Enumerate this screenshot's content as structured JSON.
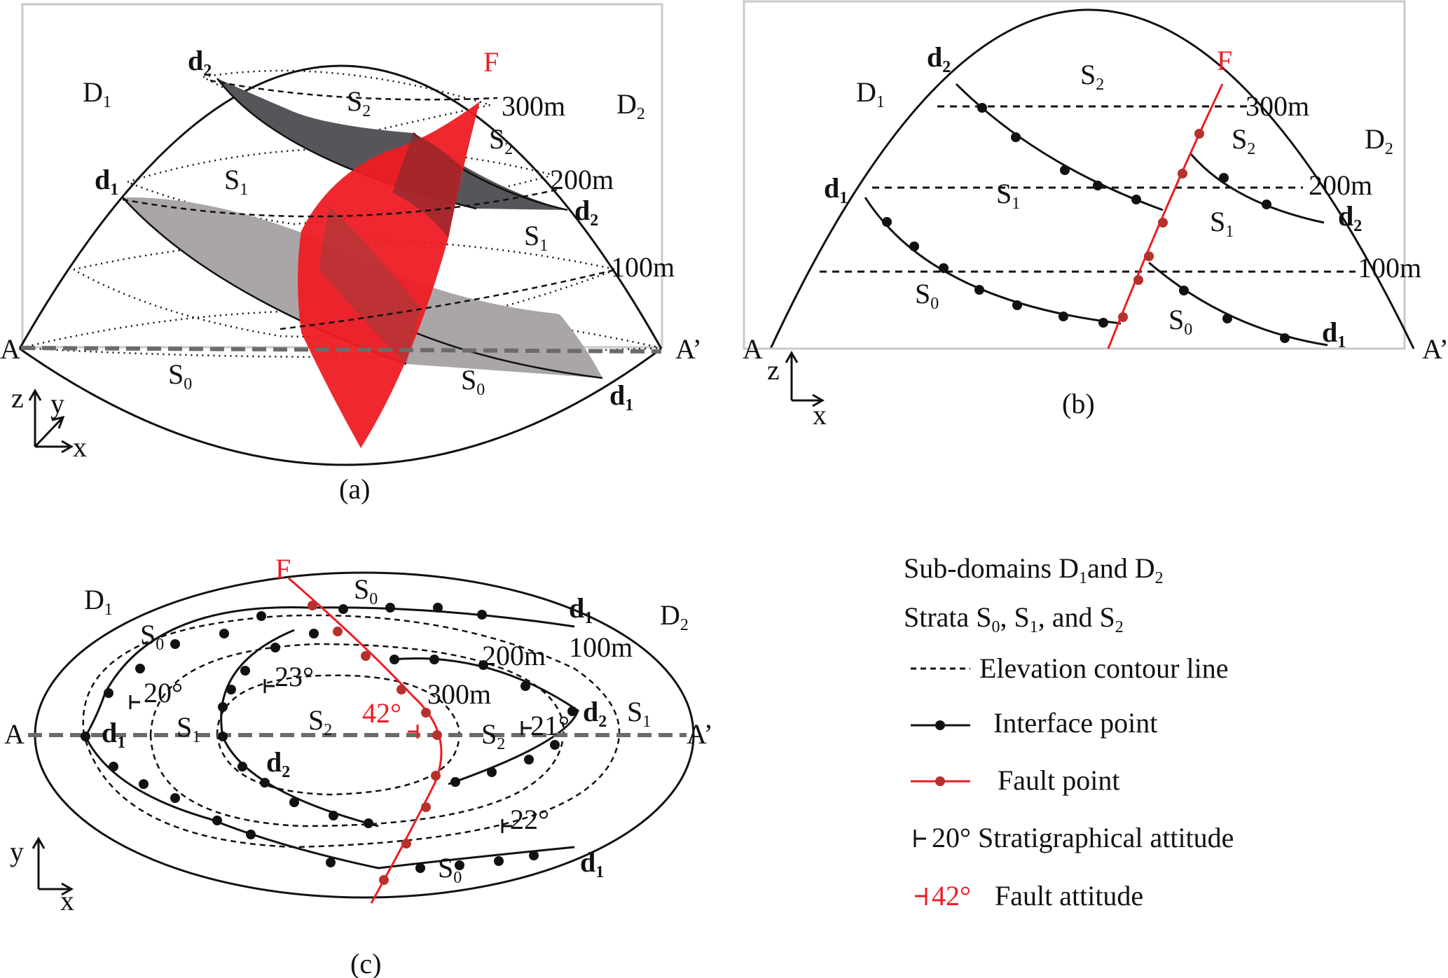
{
  "colors": {
    "fault": "#ee1c24",
    "fault_point": "#b7312c",
    "dark_surface": "#57555a",
    "light_surface": "#aaa6a8",
    "ink": "#111111"
  },
  "panel_a": {
    "caption": "(a)",
    "labels": {
      "D1": "D",
      "D2": "D",
      "d": "d",
      "F": "F",
      "S": "S",
      "A": "A",
      "A_prime": "A’"
    },
    "contours": {
      "c300": "300m",
      "c200": "200m",
      "c100": "100m"
    },
    "axes": {
      "z": "z",
      "y": "y",
      "x": "x"
    }
  },
  "panel_b": {
    "caption": "(b)",
    "contours": {
      "c300": "300m",
      "c200": "200m",
      "c100": "100m"
    },
    "axes": {
      "z": "z",
      "x": "x"
    }
  },
  "panel_c": {
    "caption": "(c)",
    "contours": {
      "c300": "300m",
      "c200": "200m",
      "c100": "100m"
    },
    "attitudes": {
      "a20": "20°",
      "a23": "23°",
      "a21": "21°",
      "a22": "22°",
      "fault42": "42°"
    },
    "axes": {
      "y": "y",
      "x": "x"
    }
  },
  "legend": {
    "subdomains": {
      "pre": "Sub-domains D",
      "mid": "and D"
    },
    "strata": {
      "pre": "Strata S",
      "c1": ", S",
      "c2": ", and S"
    },
    "contour": "Elevation contour line",
    "interface": "Interface point",
    "fault_point": "Fault point",
    "strat_attitude": "20° Stratigraphical attitude",
    "fault_attitude": "42° Fault attitude"
  },
  "subscripts": {
    "zero": "0",
    "one": "1",
    "two": "2"
  }
}
